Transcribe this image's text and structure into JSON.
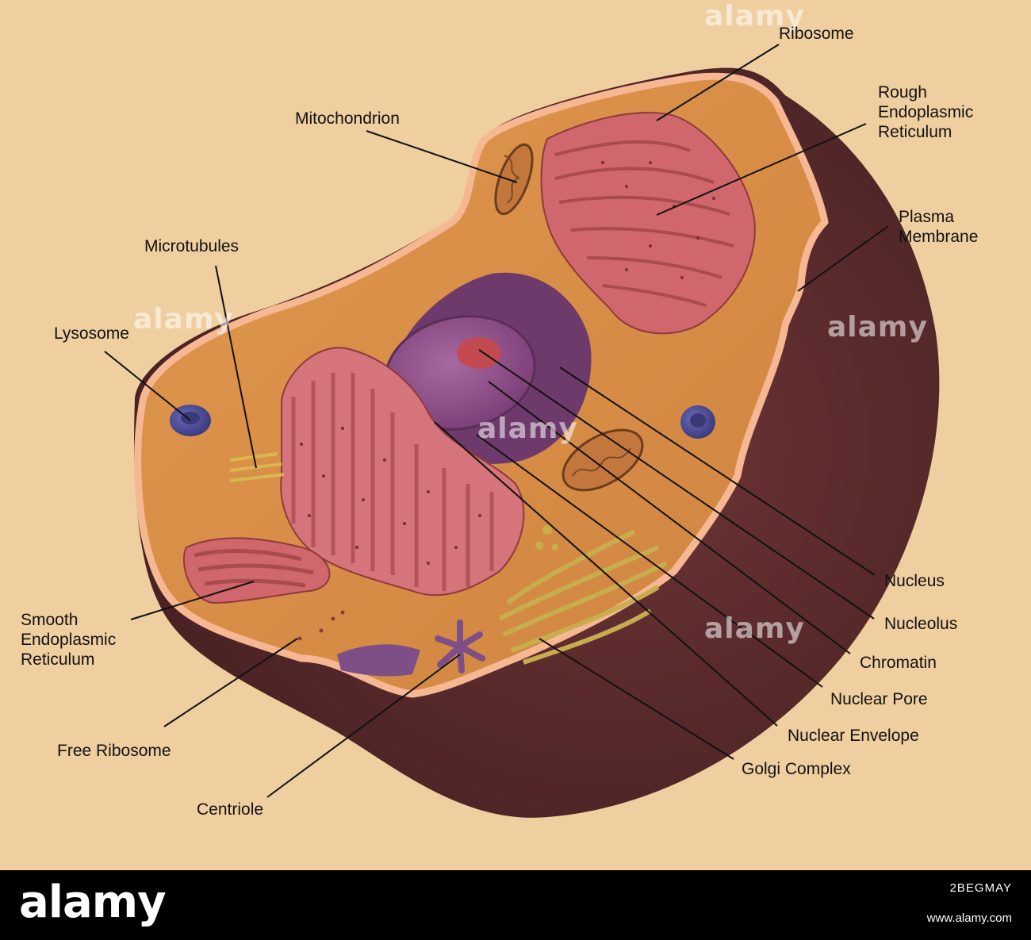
{
  "labels": {
    "ribosome": "Ribosome",
    "rough_er": [
      "Rough",
      "Endoplasmic",
      "Reticulum"
    ],
    "mitochondrion": "Mitochondrion",
    "plasma_membrane": [
      "Plasma",
      "Membrane"
    ],
    "microtubules": "Microtubules",
    "lysosome": "Lysosome",
    "nucleus": "Nucleus",
    "nucleolus": "Nucleolus",
    "chromatin": "Chromatin",
    "smooth_er": [
      "Smooth",
      "Endoplasmic",
      "Reticulum"
    ],
    "nuclear_pore": "Nuclear Pore",
    "nuclear_envelope": "Nuclear Envelope",
    "golgi": "Golgi Complex",
    "free_ribosome": "Free Ribosome",
    "centriole": "Centriole"
  },
  "watermark": "alamy",
  "footer": {
    "logo": "alamy",
    "image_id": "2BEGMAY",
    "url": "www.alamy.com"
  },
  "colors": {
    "background": "#efcf9f",
    "cytoplasm": "#d98d45",
    "cell_shell": "#5b2a2c",
    "membrane_edge": "#f6b893",
    "er": "#d06a6e",
    "nucleus": "#8d4f86",
    "golgi": "#c7ad4e",
    "lysosome": "#4f4f9c"
  }
}
